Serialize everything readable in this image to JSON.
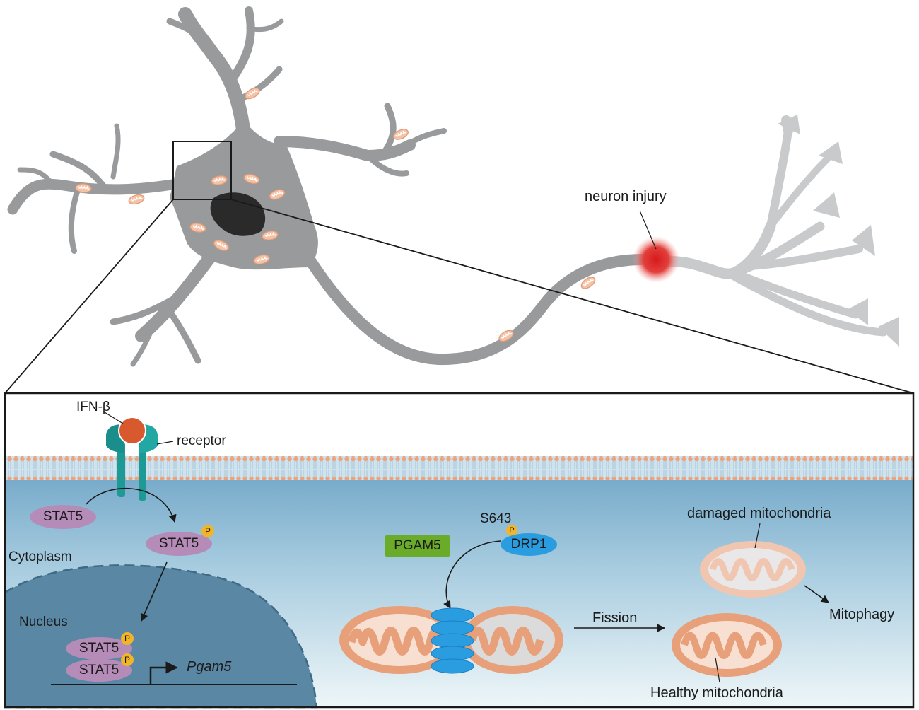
{
  "top": {
    "neuron_injury": "neuron injury"
  },
  "panel": {
    "ligand": "IFN-β",
    "receptor": "receptor",
    "cytoplasm": "Cytoplasm",
    "nucleus": "Nucleus",
    "stat5_label": "STAT5",
    "phospho": "P",
    "gene": "Pgam5",
    "pgam5": "PGAM5",
    "site": "S643",
    "drp1": "DRP1",
    "fission": "Fission",
    "damaged": "damaged mitochondria",
    "mitophagy": "Mitophagy",
    "healthy": "Healthy mitochondria"
  },
  "colors": {
    "neuron": "#999a9c",
    "axon_distal": "#c9cacb",
    "nucleus_dark": "#2a2a2a",
    "injury": "#e0302a",
    "ligand": "#d9592e",
    "receptor": "#1d9a96",
    "stat5": "#b58cb8",
    "phospho": "#f2b52a",
    "pgam5": "#6aab2a",
    "drp1": "#2a9de0",
    "mito_outer": "#e8a07a",
    "membrane_head": "#f0a27a",
    "cytoplasm_top": "#6da4c6",
    "nucleus_fill": "#5a87a3"
  }
}
